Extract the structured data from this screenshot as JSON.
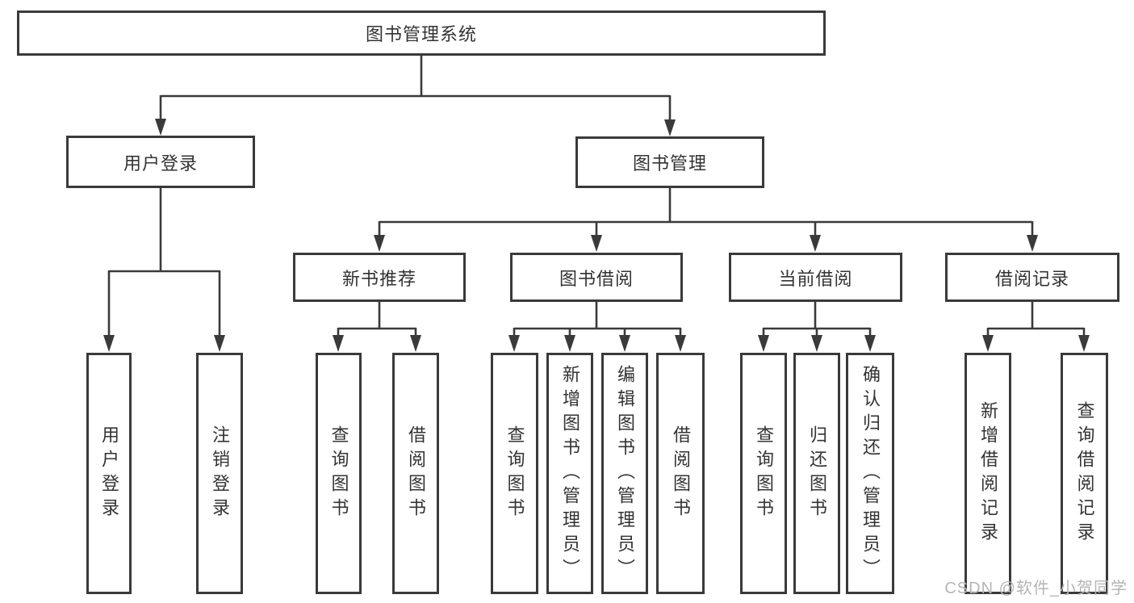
{
  "diagram": {
    "root": {
      "label": "图书管理系统"
    },
    "branches": {
      "user_login": {
        "label": "用户登录",
        "children": {
          "login": {
            "label": "用户登录"
          },
          "logout": {
            "label": "注销登录"
          }
        }
      },
      "book_management": {
        "label": "图书管理",
        "children": {
          "new_book_recommend": {
            "label": "新书推荐",
            "children": {
              "query_book": {
                "label": "查询图书"
              },
              "borrow_book": {
                "label": "借阅图书"
              }
            }
          },
          "book_borrow": {
            "label": "图书借阅",
            "children": {
              "query_book": {
                "label": "查询图书"
              },
              "add_book_admin": {
                "label": "新增图书（管理员）"
              },
              "edit_book_admin": {
                "label": "编辑图书（管理员）"
              },
              "borrow_book": {
                "label": "借阅图书"
              }
            }
          },
          "current_borrow": {
            "label": "当前借阅",
            "children": {
              "query_book": {
                "label": "查询图书"
              },
              "return_book": {
                "label": "归还图书"
              },
              "confirm_return_admin": {
                "label": "确认归还（管理员）"
              }
            }
          },
          "borrow_record": {
            "label": "借阅记录",
            "children": {
              "add_record": {
                "label": "新增借阅记录"
              },
              "query_record": {
                "label": "查询借阅记录"
              }
            }
          }
        }
      }
    },
    "watermark": {
      "text": "CSDN @软件_小贺同学"
    },
    "colors": {
      "line": "#3a3a3a",
      "text": "#333333",
      "watermark": "#b5b5b5",
      "background": "#ffffff"
    }
  }
}
